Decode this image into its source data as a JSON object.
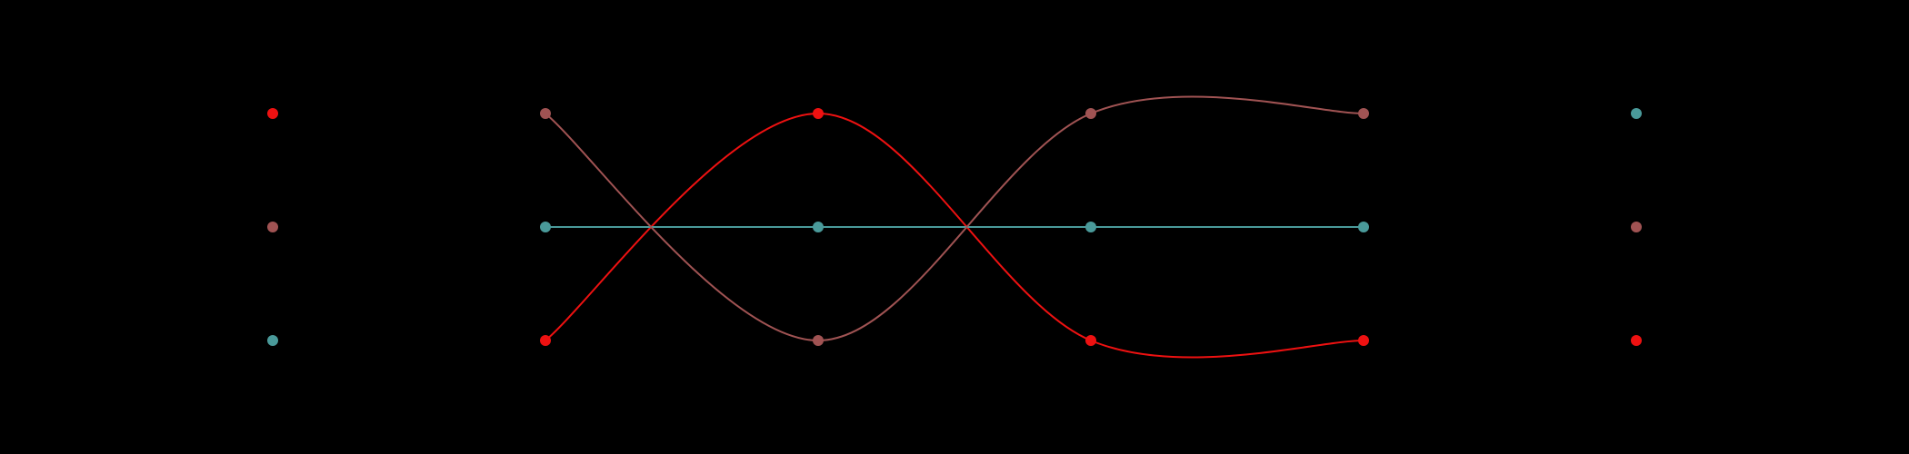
{
  "chart_data": {
    "type": "line",
    "title": "",
    "xlabel": "",
    "ylabel": "",
    "grid": false,
    "legend": "none",
    "x": [
      1,
      2,
      3,
      4,
      5,
      6
    ],
    "ylim": [
      1,
      3
    ],
    "series": [
      {
        "color": "#ee1111",
        "values": [
          1,
          3,
          1,
          3,
          3,
          3
        ]
      },
      {
        "color": "#4a9a9a",
        "values": [
          3,
          2,
          2,
          2,
          2,
          1
        ]
      },
      {
        "color": "#a05353",
        "values": [
          2,
          1,
          3,
          1,
          1,
          2
        ]
      }
    ]
  }
}
